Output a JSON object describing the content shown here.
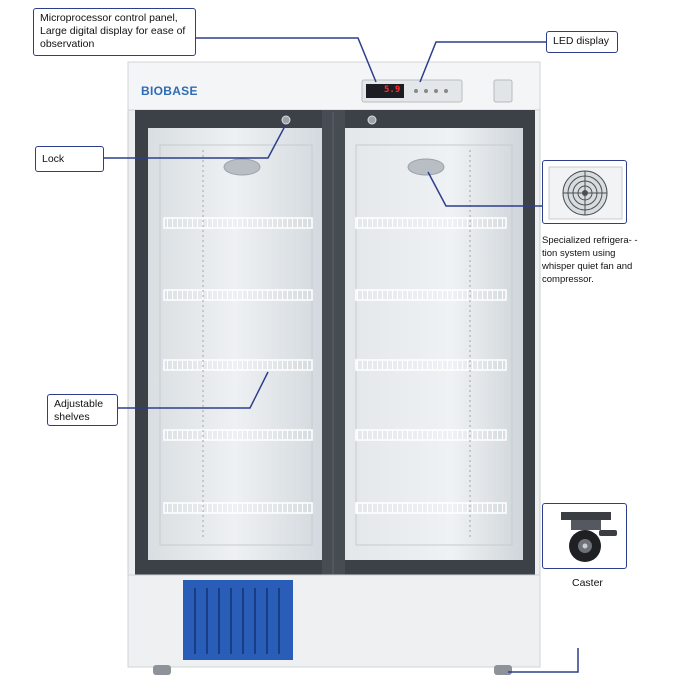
{
  "brand": {
    "logo_text": "BIOBASE"
  },
  "led_readout": "5.9",
  "callouts": {
    "control_panel": "Microprocessor control panel, Large digital display for ease of observation",
    "led_display": "LED display",
    "lock": "Lock",
    "shelves": "Adjustable shelves",
    "refrigeration": "Specialized refrigera- -tion system using whisper quiet fan and compressor.",
    "caster": "Caster"
  },
  "colors": {
    "callout_border": "#2d3e8c",
    "cabinet": "#eceef0",
    "door_frame": "#3c4147",
    "grille_blue": "#2a5db8",
    "logo_blue": "#2f6ab4",
    "led_red": "#ff3030"
  },
  "icons": [
    "lock-icon",
    "fan-icon",
    "caster-icon",
    "vent-grille"
  ]
}
